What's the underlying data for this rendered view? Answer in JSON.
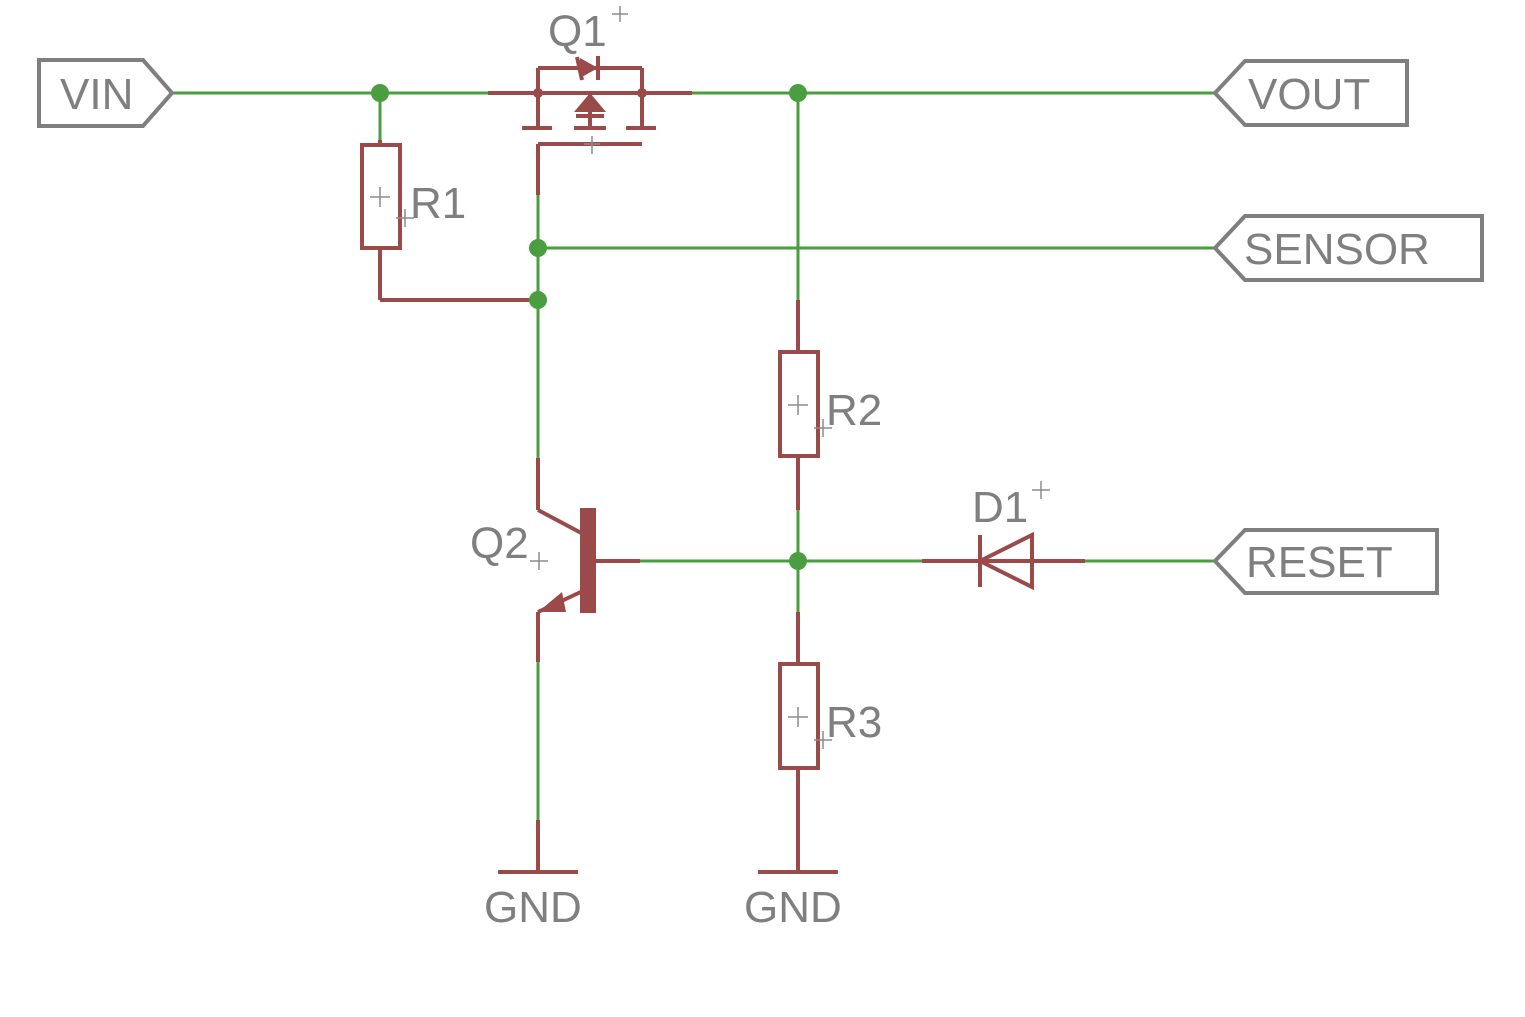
{
  "ports": {
    "vin": "VIN",
    "vout": "VOUT",
    "sensor": "SENSOR",
    "reset": "RESET"
  },
  "components": {
    "q1": "Q1",
    "q2": "Q2",
    "r1": "R1",
    "r2": "R2",
    "r3": "R3",
    "d1": "D1"
  },
  "ground": {
    "gnd_left": "GND",
    "gnd_right": "GND"
  },
  "colors": {
    "wire": "#4b9e3f",
    "component": "#9a4a48",
    "label": "#7f7f7f"
  }
}
